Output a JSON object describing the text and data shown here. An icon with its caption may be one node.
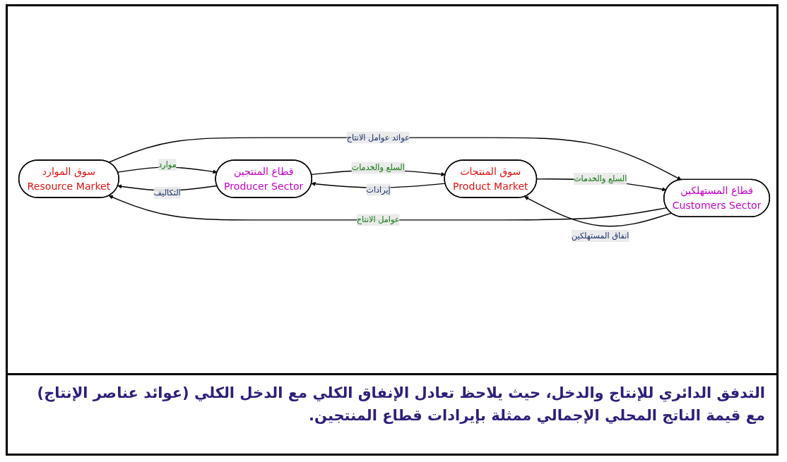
{
  "diagram": {
    "nodes": [
      {
        "text": [
          "سوق الموارد",
          "Resource Market"
        ]
      },
      {
        "text": [
          "قطاع المنتجين",
          "Producer Sector"
        ]
      },
      {
        "text": [
          "قطاع المستهلكين",
          "Customers Sector"
        ]
      },
      {
        "text": [
          "سوق المنتجات",
          "Product Market"
        ]
      }
    ],
    "edges": [
      {
        "from": 1,
        "to": 0,
        "arrow": "to",
        "label": "التكاليف"
      },
      {
        "from": 0,
        "to": 1,
        "arrow": "to",
        "label": "موارد"
      },
      {
        "from": 0,
        "to": 2,
        "arrow": "to",
        "label": "عوائد عوامل الانتاج"
      },
      {
        "from": 2,
        "to": 0,
        "arrow": "to",
        "label": "عوامل الانتاج"
      },
      {
        "from": 1,
        "to": 3,
        "arrow": "to",
        "label": "السلع والخدمات"
      },
      {
        "from": 3,
        "to": 1,
        "arrow": "to",
        "label": "إيرادات"
      },
      {
        "from": 3,
        "to": 2,
        "arrow": "to",
        "label": "السلع والخدمات"
      },
      {
        "from": 2,
        "to": 3,
        "arrow": "to",
        "label": "انفاق المستهلكين"
      }
    ],
    "caption": "التدفق الدائري للإنتاج والدخل، حيث يلاحظ تعادل الإنفاق الكلي مع الدخل الكلي (عوائد عناصر الإنتاج) مع قيمة الناتج المحلي الإجمالي ممثلة بإيرادات قطاع المنتجين."
  }
}
